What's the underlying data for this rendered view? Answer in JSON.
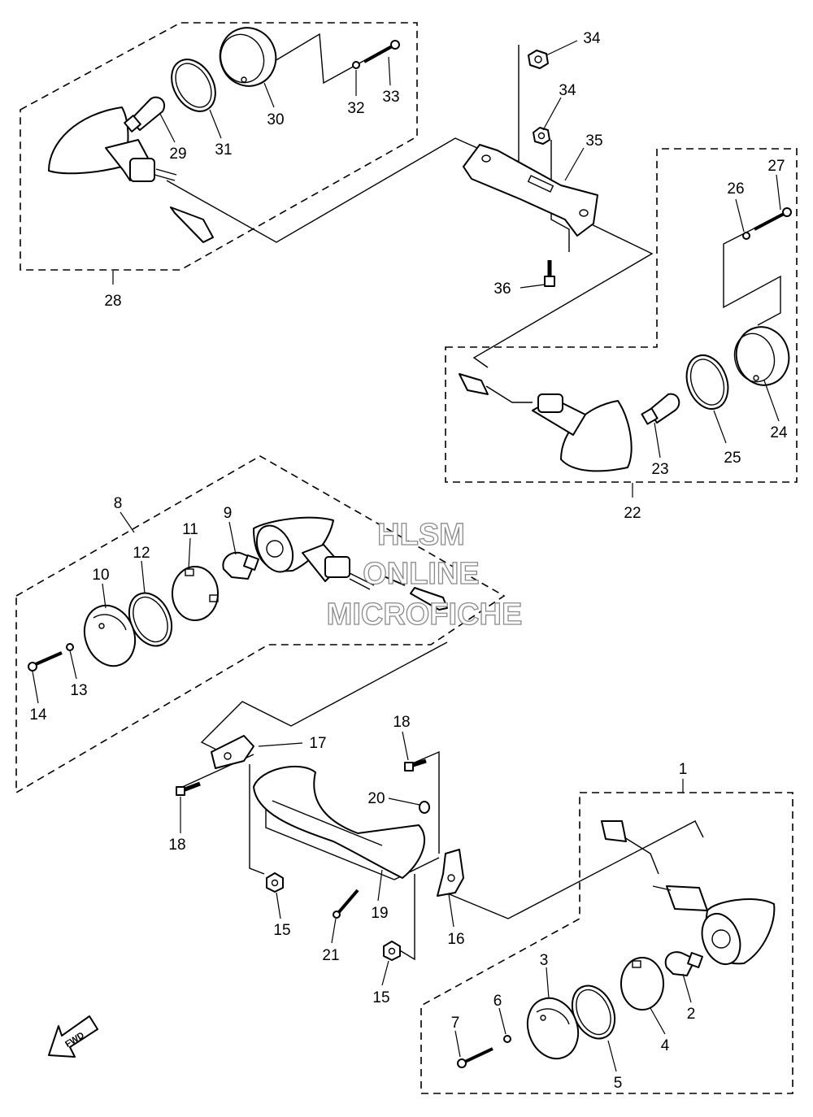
{
  "watermark": {
    "line1": "HLSM",
    "line2": "ONLINE",
    "line3": "MICROFICHE"
  },
  "fwd_label": "FWD",
  "callouts": {
    "c1": "1",
    "c2": "2",
    "c3": "3",
    "c4": "4",
    "c5": "5",
    "c6": "6",
    "c7": "7",
    "c8": "8",
    "c9": "9",
    "c10": "10",
    "c11": "11",
    "c12": "12",
    "c13": "13",
    "c14": "14",
    "c15a": "15",
    "c15b": "15",
    "c16": "16",
    "c17": "17",
    "c18a": "18",
    "c18b": "18",
    "c19": "19",
    "c20": "20",
    "c21": "21",
    "c22": "22",
    "c23": "23",
    "c24": "24",
    "c25": "25",
    "c26": "26",
    "c27": "27",
    "c28": "28",
    "c29": "29",
    "c30": "30",
    "c31": "31",
    "c32": "32",
    "c33": "33",
    "c34a": "34",
    "c34b": "34",
    "c35": "35",
    "c36": "36"
  }
}
